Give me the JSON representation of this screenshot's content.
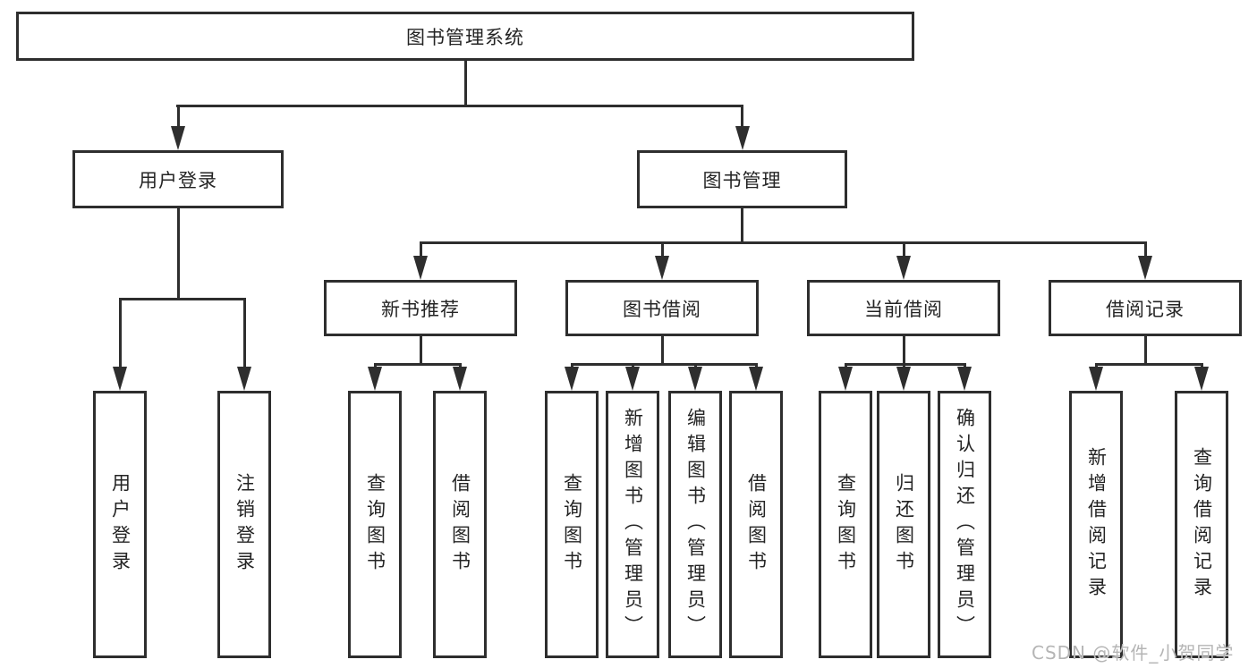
{
  "diagram_type": "hierarchy-flowchart",
  "tree": {
    "label": "图书管理系统",
    "children": [
      {
        "label": "用户登录",
        "children": [
          {
            "label": "用户登录"
          },
          {
            "label": "注销登录"
          }
        ]
      },
      {
        "label": "图书管理",
        "children": [
          {
            "label": "新书推荐",
            "children": [
              {
                "label": "查询图书"
              },
              {
                "label": "借阅图书"
              }
            ]
          },
          {
            "label": "图书借阅",
            "children": [
              {
                "label": "查询图书"
              },
              {
                "label": "新增图书（管理员）"
              },
              {
                "label": "编辑图书（管理员）"
              },
              {
                "label": "借阅图书"
              }
            ]
          },
          {
            "label": "当前借阅",
            "children": [
              {
                "label": "查询图书"
              },
              {
                "label": "归还图书"
              },
              {
                "label": "确认归还（管理员）"
              }
            ]
          },
          {
            "label": "借阅记录",
            "children": [
              {
                "label": "新增借阅记录"
              },
              {
                "label": "查询借阅记录"
              }
            ]
          }
        ]
      }
    ]
  },
  "watermark": {
    "text": "CSDN @软件_小贺同学"
  },
  "colors": {
    "line": "#2e2e2e",
    "label": "#242424",
    "background": "#ffffff",
    "watermark": "#b5b5b5"
  }
}
